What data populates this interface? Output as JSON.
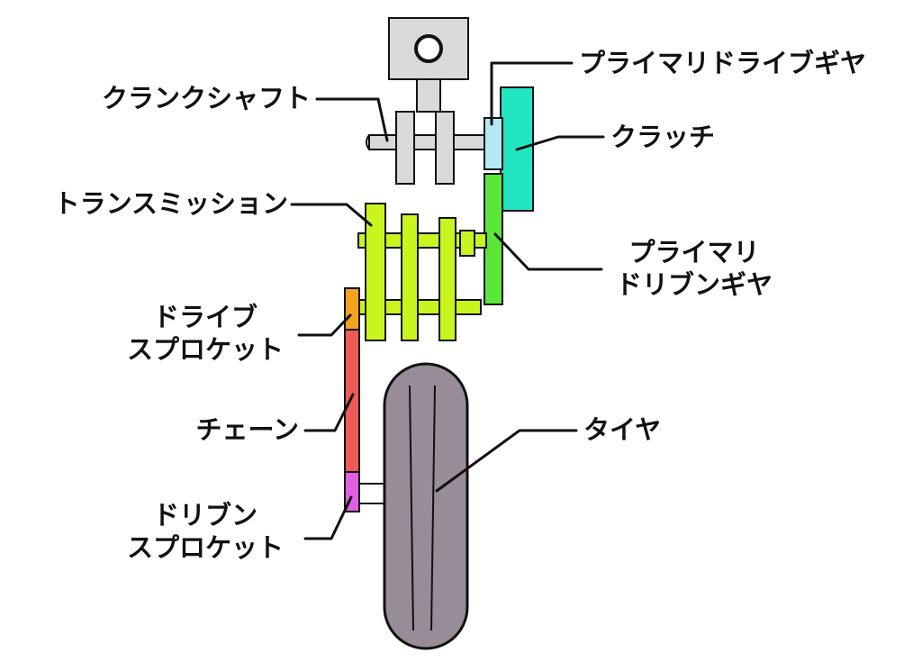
{
  "labels": {
    "crankshaft": "クランクシャフト",
    "primary_drive_gear": "プライマリドライブギヤ",
    "clutch": "クラッチ",
    "transmission": "トランスミッション",
    "primary_driven_gear_line1": "プライマリ",
    "primary_driven_gear_line2": "ドリブンギヤ",
    "drive_sprocket_line1": "ドライブ",
    "drive_sprocket_line2": "スプロケット",
    "chain": "チェーン",
    "tire": "タイヤ",
    "driven_sprocket_line1": "ドリブン",
    "driven_sprocket_line2": "スプロケット"
  },
  "colors": {
    "cylinder": "#d9d9d9",
    "crank": "#d9d9d9",
    "primary_drive_gear": "#b3e9f4",
    "clutch": "#22e6c2",
    "primary_driven_gear": "#5be63a",
    "transmission": "#c9f51f",
    "drive_sprocket": "#f2a21e",
    "chain": "#ee5a55",
    "driven_sprocket": "#e060e0",
    "tire": "#978c98",
    "outline": "#111111",
    "leader": "#111111"
  }
}
